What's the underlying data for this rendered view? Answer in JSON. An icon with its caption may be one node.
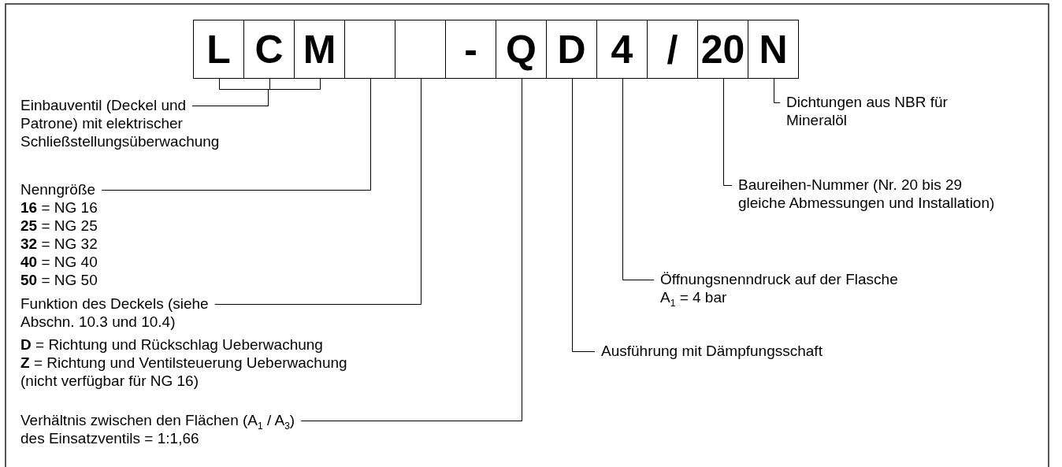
{
  "diagram": {
    "nodes": [
      {
        "text": [
          "L"
        ]
      },
      {
        "text": [
          "C"
        ]
      },
      {
        "text": [
          "M"
        ]
      },
      {
        "text": [],
        "shape": "box"
      },
      {
        "text": [],
        "shape": "box"
      },
      {
        "text": [
          "-"
        ]
      },
      {
        "text": [
          "Q"
        ]
      },
      {
        "text": [
          "D"
        ]
      },
      {
        "text": [
          "4"
        ]
      },
      {
        "text": [
          "/"
        ]
      },
      {
        "text": [
          "20"
        ]
      },
      {
        "text": [
          "N"
        ]
      },
      {
        "text": [
          "Einbauventil (Deckel und Patrone) mit elektrischer Schließstellungsüberwachung"
        ]
      },
      {
        "text": [
          "Nenngröße",
          "**16** = NG 16",
          "**25** = NG 25",
          "**32** = NG 32",
          "**40** = NG 40",
          "**50** = NG 50"
        ]
      },
      {
        "text": [
          "Funktion des Deckels (siehe Abschn. 10.3 und 10.4)",
          "**D** = Richtung und Rückschlag Ueberwachung",
          "**Z** = Richtung und Ventilsteuerung Ueberwachung (nicht verfügbar für NG 16)"
        ]
      },
      {
        "text": [
          "Verhältnis zwischen den Flächen  (A$_{1}$ / A$_{3}$) des Einsatzventils = 1:1,66"
        ]
      },
      {
        "text": [
          "Ausführung mit Dämpfungsschaft"
        ]
      },
      {
        "text": [
          "Öffnungsnenndruck auf der Flasche A$_{1}$ = 4 bar"
        ]
      },
      {
        "text": [
          "Baureihen-Nummer (Nr. 20 bis 29 gleiche Abmessungen und Installation)"
        ]
      },
      {
        "text": [
          "Dichtungen aus NBR für Mineralöl"
        ]
      }
    ],
    "edges": [
      {
        "from": 12,
        "to": 0,
        "arrow": "none"
      },
      {
        "from": 12,
        "to": 1,
        "arrow": "none"
      },
      {
        "from": 12,
        "to": 2,
        "arrow": "none"
      },
      {
        "from": 13,
        "to": 3,
        "arrow": "none"
      },
      {
        "from": 14,
        "to": 4,
        "arrow": "none"
      },
      {
        "from": 15,
        "to": 6,
        "arrow": "none"
      },
      {
        "from": 16,
        "to": 7,
        "arrow": "none"
      },
      {
        "from": 17,
        "to": 8,
        "arrow": "none"
      },
      {
        "from": 18,
        "to": 10,
        "arrow": "none"
      },
      {
        "from": 19,
        "to": 11,
        "arrow": "none"
      }
    ]
  }
}
